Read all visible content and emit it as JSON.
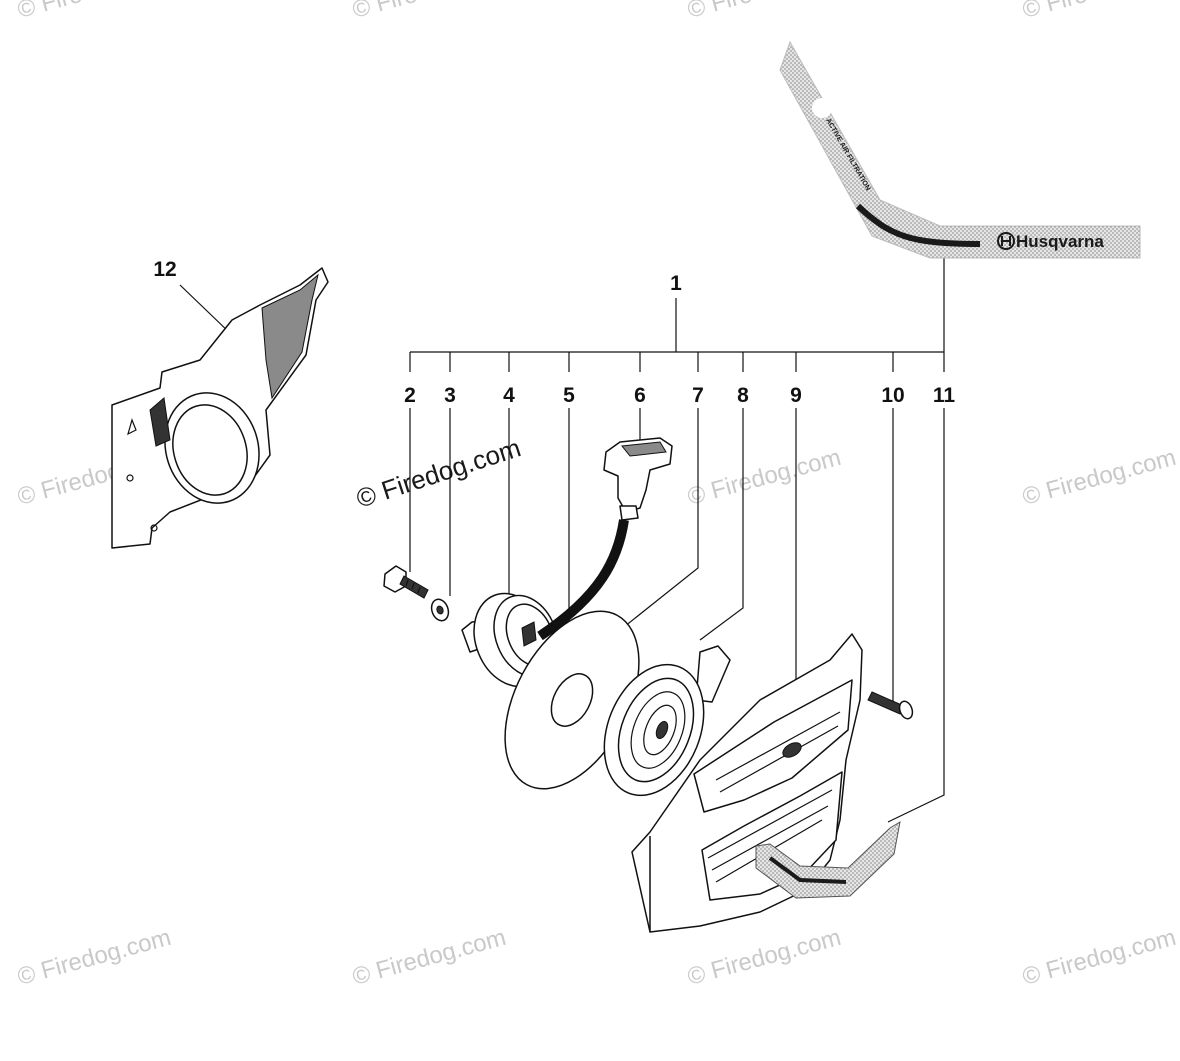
{
  "diagram": {
    "watermark_text": "© Firedog.com",
    "main_watermark_text": "© Firedog.com",
    "brand_logo_text": "Husqvarna",
    "decal_text": "ACTIVE AIR FILTRATION",
    "callouts": {
      "c1": "1",
      "c2": "2",
      "c3": "3",
      "c4": "4",
      "c5": "5",
      "c6": "6",
      "c7": "7",
      "c8": "8",
      "c9": "9",
      "c10": "10",
      "c11": "11",
      "c12": "12"
    }
  }
}
